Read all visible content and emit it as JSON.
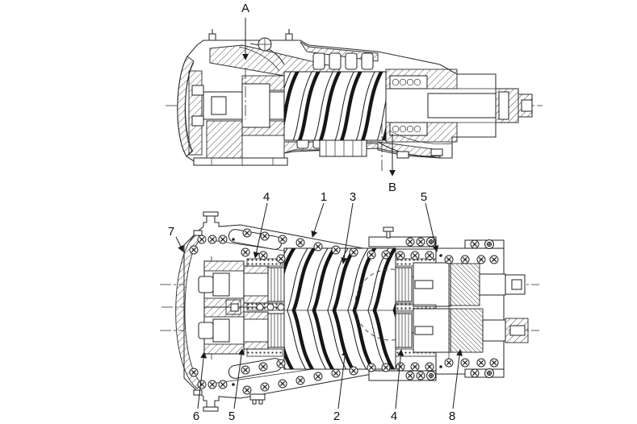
{
  "colors": {
    "ink": "#2a2a2a",
    "paper": "#ffffff"
  },
  "figure": {
    "section_labels": {
      "a": "A",
      "b": "B"
    },
    "part_callouts": {
      "1": "1",
      "2": "2",
      "3": "3",
      "4": "4",
      "5": "5",
      "6": "6",
      "7": "7",
      "8": "8"
    }
  }
}
